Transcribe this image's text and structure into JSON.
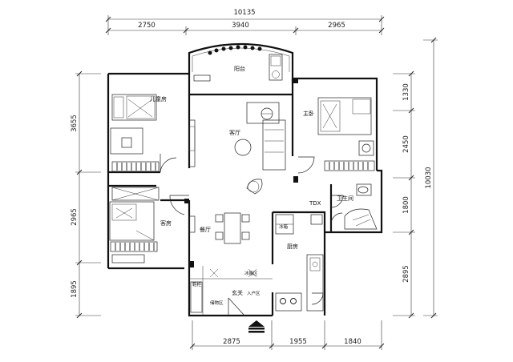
{
  "dimensions": {
    "top_total": "10135",
    "top_segments": [
      "2750",
      "3940",
      "2965"
    ],
    "bottom_segments": [
      "2875",
      "1955",
      "1840"
    ],
    "left_segments": [
      "3655",
      "2965",
      "1895"
    ],
    "right_total": "10030",
    "right_segments": [
      "1330",
      "2450",
      "1800",
      "2895"
    ]
  },
  "rooms": {
    "balcony": "阳台",
    "kids_room": "儿童房",
    "living": "客厅",
    "master": "主卧",
    "guest": "客房",
    "dining": "餐厅",
    "bathroom": "卫生间",
    "kitchen": "厨房",
    "entrance": "玄关",
    "shoe_cabinet": "鞋柜",
    "storage": "储物区",
    "entry_area": "入户区",
    "fridge": "冰箱",
    "fridge_area": "冰箱区",
    "drying_label": "TDX"
  }
}
